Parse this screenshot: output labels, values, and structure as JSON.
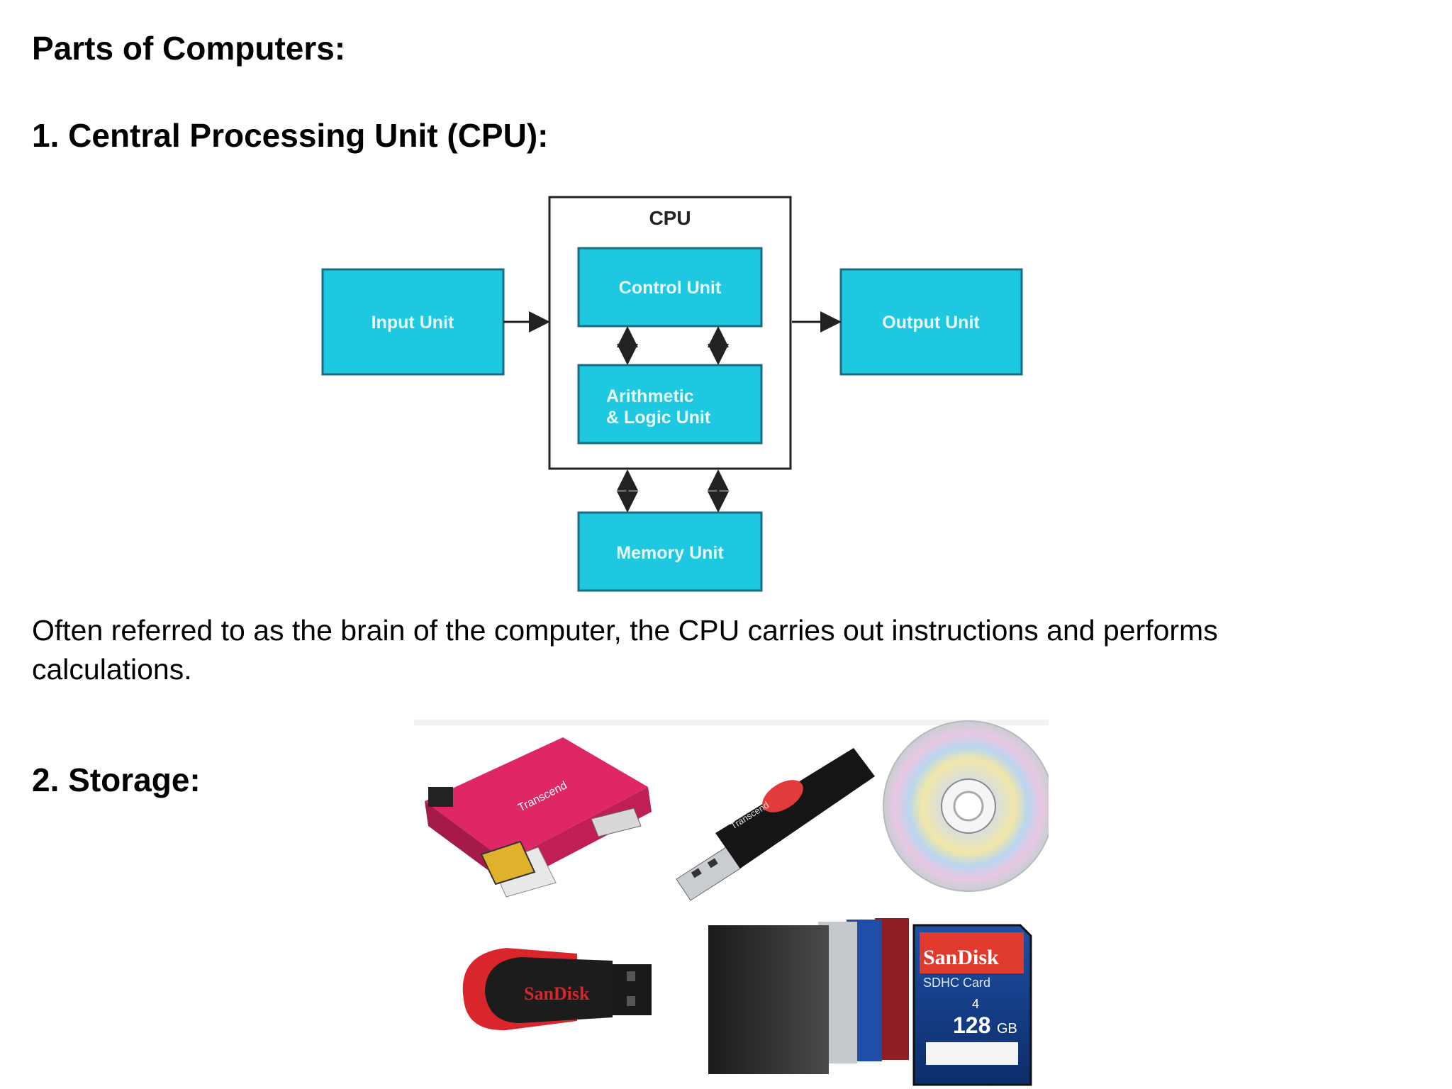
{
  "doc": {
    "title": "Parts of Computers:",
    "section1": "1. Central Processing Unit (CPU):",
    "cpu_description": "Often referred to as the brain of the computer, the CPU carries out instructions and performs calculations.",
    "section2": "2. Storage:"
  },
  "diagram": {
    "cpu_label": "CPU",
    "input_unit": "Input Unit",
    "control_unit": "Control Unit",
    "alu_line1": "Arithmetic",
    "alu_line2": "& Logic Unit",
    "output_unit": "Output Unit",
    "memory_unit": "Memory Unit",
    "box_color": "#1ec8e1",
    "box_text_color": "#e8f9fc"
  },
  "storage_photo": {
    "card_reader_brand": "Transcend",
    "usb_brand": "Transcend",
    "flash_brand": "SanDisk",
    "sd_brand": "SanDisk",
    "sd_type": "SDHC Card",
    "sd_class": "4",
    "sd_capacity": "128",
    "sd_unit": "GB"
  }
}
